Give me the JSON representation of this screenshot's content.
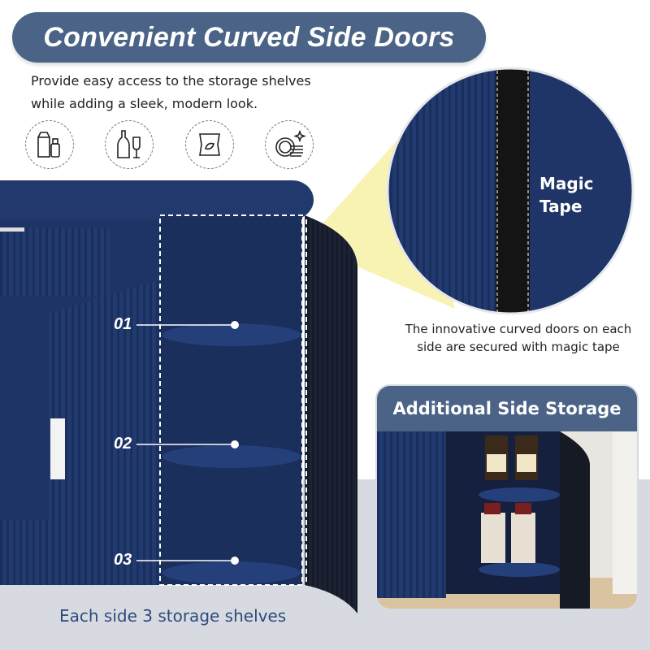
{
  "header": {
    "title": "Convenient Curved Side Doors"
  },
  "subtitle": {
    "line1": "Provide easy access to the storage shelves",
    "line2": "while adding a sleek, modern look."
  },
  "icons": [
    "milk-carton-bottle-icon",
    "wine-bottle-glass-icon",
    "chips-bag-icon",
    "stacked-plates-icon"
  ],
  "shelves": {
    "labels": [
      "01",
      "02",
      "03"
    ]
  },
  "detail": {
    "label_line1": "Magic",
    "label_line2": "Tape",
    "caption_line1": "The innovative curved doors on each",
    "caption_line2": "side are secured with magic tape"
  },
  "side_storage": {
    "title": "Additional Side Storage"
  },
  "footer": {
    "text": "Each side 3 storage shelves"
  },
  "colors": {
    "accent": "#4a6386",
    "cabinet": "#1e3466",
    "door_dark": "#1a2238",
    "text_blue": "#2e4a7a"
  }
}
